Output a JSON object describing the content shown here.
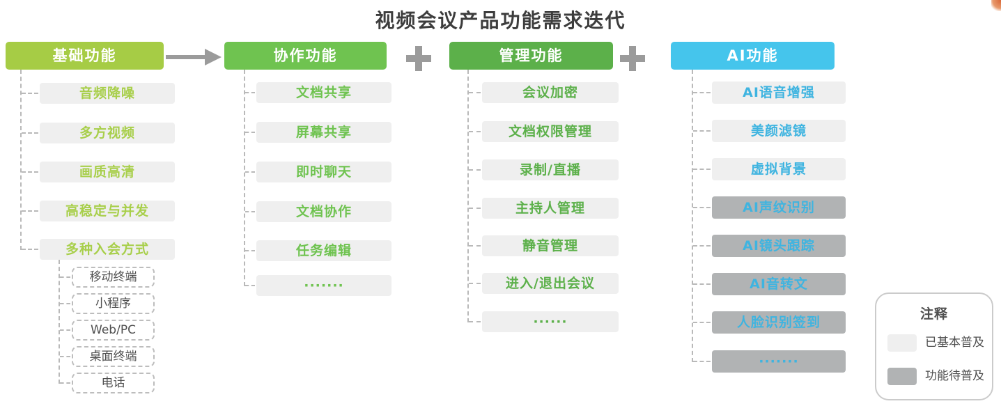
{
  "title": "视频会议产品功能需求迭代",
  "columns": [
    {
      "title": "基础功能",
      "color": "#a6cc45",
      "items": [
        "音频降噪",
        "多方视频",
        "画质高清",
        "高稳定与并发",
        "多种入会方式"
      ],
      "sub_items": [
        "移动终端",
        "小程序",
        "Web/PC",
        "桌面终端",
        "电话"
      ]
    },
    {
      "title": "协作功能",
      "color": "#6fc350",
      "items": [
        "文档共享",
        "屏幕共享",
        "即时聊天",
        "文档协作",
        "任务编辑",
        "·······"
      ]
    },
    {
      "title": "管理功能",
      "color": "#5cb04a",
      "items": [
        "会议加密",
        "文档权限管理",
        "录制/直播",
        "主持人管理",
        "静音管理",
        "进入/退出会议",
        "······"
      ]
    },
    {
      "title": "AI功能",
      "color": "#45c5ec",
      "items_popular": [
        "AI语音增强",
        "美颜滤镜",
        "虚拟背景"
      ],
      "items_pending": [
        "AI声纹识别",
        "AI镜头跟踪",
        "AI音转文",
        "人脸识别签到",
        "·······"
      ]
    }
  ],
  "legend": {
    "title": "注释",
    "items": [
      {
        "label": "已基本普及",
        "color": "#efefef"
      },
      {
        "label": "功能待普及",
        "color": "#b1b3b4"
      }
    ]
  },
  "status_colors": {
    "popular_bg": "#efefef",
    "pending_bg": "#b1b3b4"
  }
}
